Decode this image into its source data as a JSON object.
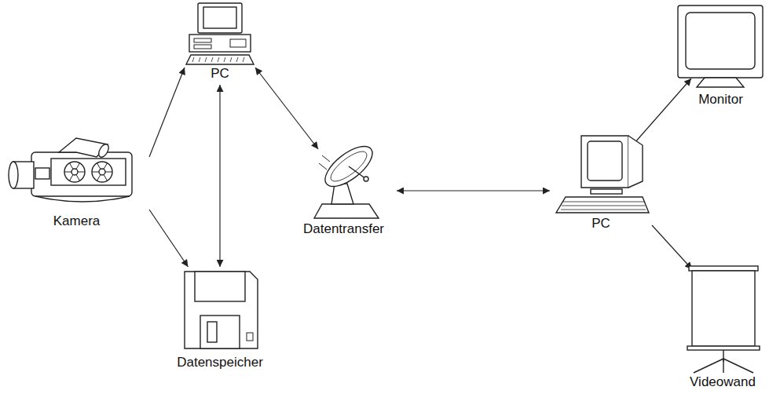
{
  "diagram": {
    "nodes": [
      {
        "text": [
          "Kamera"
        ]
      },
      {
        "text": [
          "PC"
        ]
      },
      {
        "text": [
          "Datenspeicher"
        ]
      },
      {
        "text": [
          "Datentransfer"
        ]
      },
      {
        "text": [
          "PC"
        ]
      },
      {
        "text": [
          "Monitor"
        ]
      },
      {
        "text": [
          "Videowand"
        ]
      }
    ],
    "edges": [
      {
        "from": 0,
        "to": 1,
        "arrow": "to"
      },
      {
        "from": 0,
        "to": 2,
        "arrow": "to"
      },
      {
        "from": 1,
        "to": 2,
        "arrow": "both"
      },
      {
        "from": 1,
        "to": 3,
        "arrow": "both"
      },
      {
        "from": 3,
        "to": 4,
        "arrow": "both"
      },
      {
        "from": 4,
        "to": 5,
        "arrow": "to"
      },
      {
        "from": 4,
        "to": 6,
        "arrow": "to"
      }
    ]
  }
}
